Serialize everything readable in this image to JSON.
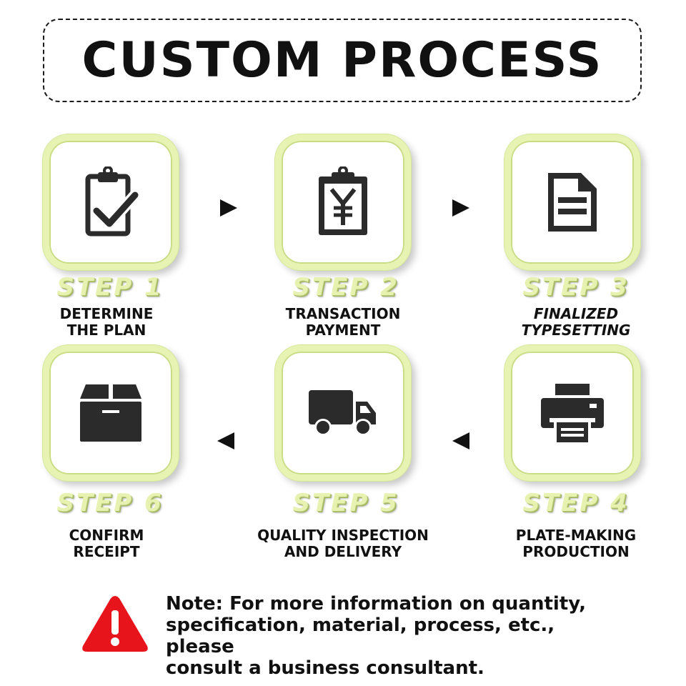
{
  "title": "CUSTOM PROCESS",
  "steps": [
    {
      "step": "STEP 1",
      "label_line1": "DETERMINE",
      "label_line2": "THE PLAN",
      "icon": "clipboard-check-icon"
    },
    {
      "step": "STEP 2",
      "label_line1": "TRANSACTION",
      "label_line2": "PAYMENT",
      "icon": "yen-clipboard-icon"
    },
    {
      "step": "STEP 3",
      "label_line1": "FINALIZED",
      "label_line2": "TYPESETTING",
      "icon": "document-icon"
    },
    {
      "step": "STEP 4",
      "label_line1": "PLATE-MAKING",
      "label_line2": "PRODUCTION",
      "icon": "printer-icon"
    },
    {
      "step": "STEP 5",
      "label_line1": "QUALITY INSPECTION",
      "label_line2": "AND DELIVERY",
      "icon": "truck-icon"
    },
    {
      "step": "STEP 6",
      "label_line1": "CONFIRM",
      "label_line2": "RECEIPT",
      "icon": "box-icon"
    }
  ],
  "note": {
    "line1": "Note: For more information on quantity,",
    "line2": "specification, material, process, etc., please",
    "line3": "consult a business consultant.",
    "icon": "warning-icon"
  },
  "colors": {
    "card_border": "#e6f3b3",
    "step_text": "#e8f2b0",
    "icon": "#2b2b2b",
    "warning": "#e8141b"
  }
}
